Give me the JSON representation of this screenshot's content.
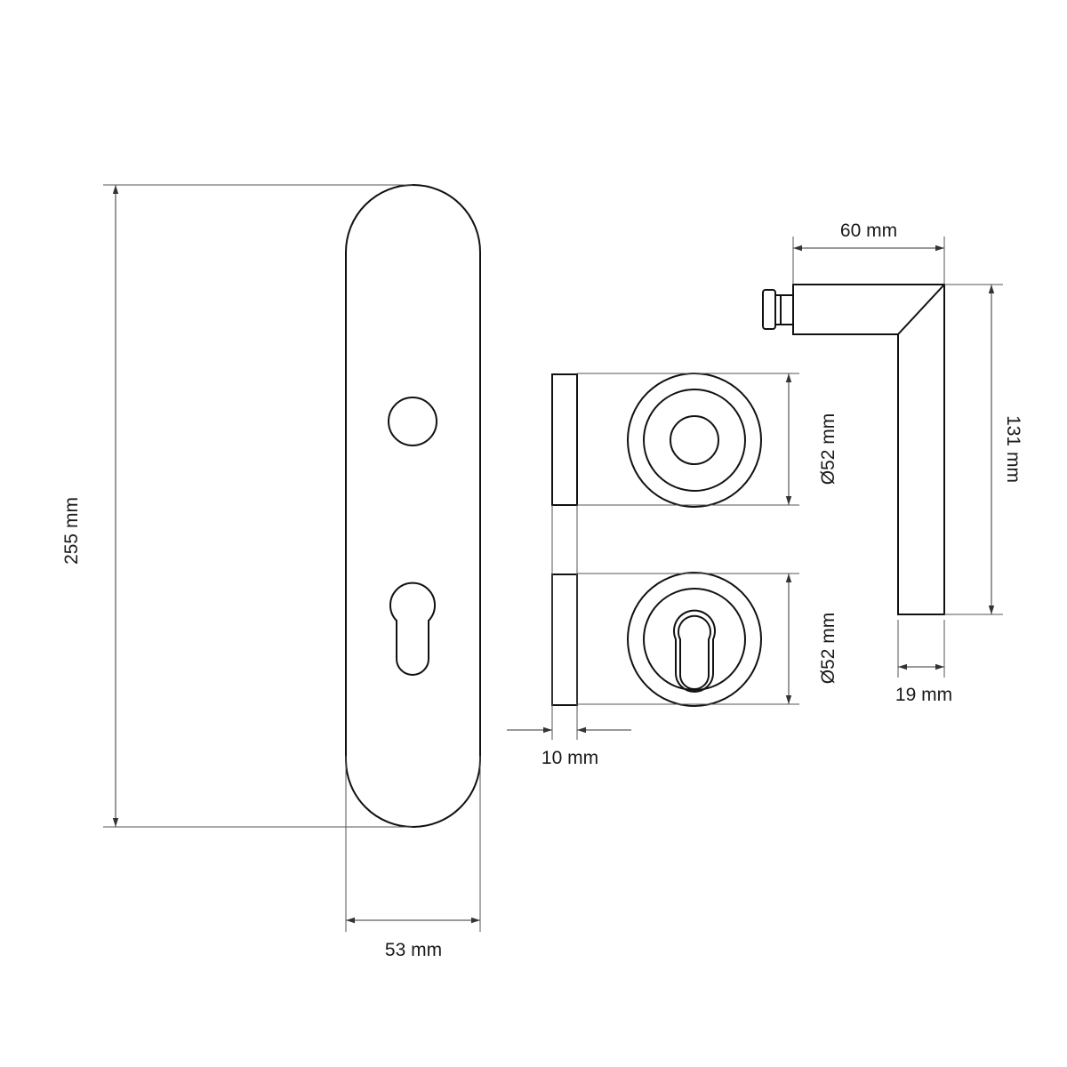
{
  "colors": {
    "line": "#111111",
    "dimension": "#333333",
    "background": "#ffffff"
  },
  "dimensions": {
    "plate_height": "255 mm",
    "plate_width": "53 mm",
    "rose_thickness": "10 mm",
    "rose_top_diameter": "Ø52 mm",
    "rose_bottom_diameter": "Ø52 mm",
    "handle_length": "60 mm",
    "handle_height": "131 mm",
    "handle_width": "19 mm"
  }
}
